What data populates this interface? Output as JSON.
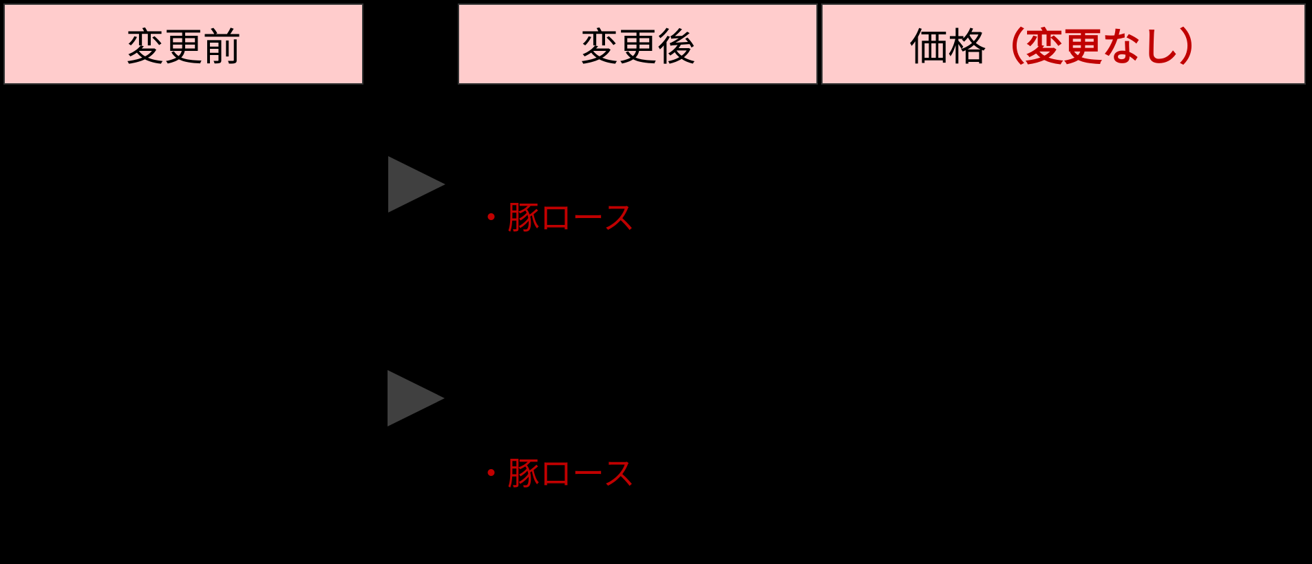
{
  "header": {
    "before": {
      "label": "変更前"
    },
    "after": {
      "label": "変更後"
    },
    "price": {
      "label_black": "価格",
      "label_red": "（変更なし）"
    }
  },
  "rows": [
    {
      "arrow_icon": "right-triangle",
      "changed_item": "・豚ロース"
    },
    {
      "arrow_icon": "right-triangle",
      "changed_item": "・豚ロース"
    }
  ],
  "colors": {
    "background": "#000000",
    "header_bg": "#FFCCCC",
    "header_border": "#333333",
    "text_black": "#000000",
    "accent_red": "#C00000",
    "arrow_gray": "#404040"
  }
}
